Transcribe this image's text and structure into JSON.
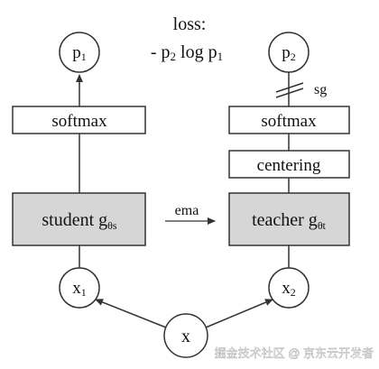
{
  "loss": {
    "label": "loss:",
    "formula": {
      "minus_p": "- p",
      "sub_a": "2",
      "log_p": " log p",
      "sub_b": "1"
    }
  },
  "student": {
    "output": {
      "main": "p",
      "sub": "1"
    },
    "softmax": "softmax",
    "network": {
      "main": "student g",
      "sub": "θs"
    },
    "input": {
      "main": "x",
      "sub": "1"
    }
  },
  "teacher": {
    "output": {
      "main": "p",
      "sub": "2"
    },
    "sg": "sg",
    "softmax": "softmax",
    "centering": "centering",
    "network": {
      "main": "teacher g",
      "sub": "θt"
    },
    "input": {
      "main": "x",
      "sub": "2"
    }
  },
  "ema": "ema",
  "source": "x",
  "watermark": "掘金技术社区 @ 京东云开发者",
  "colors": {
    "net_fill": "#d6d6d6",
    "stroke": "#333333",
    "text": "#111111",
    "watermark": "#ffffff"
  }
}
